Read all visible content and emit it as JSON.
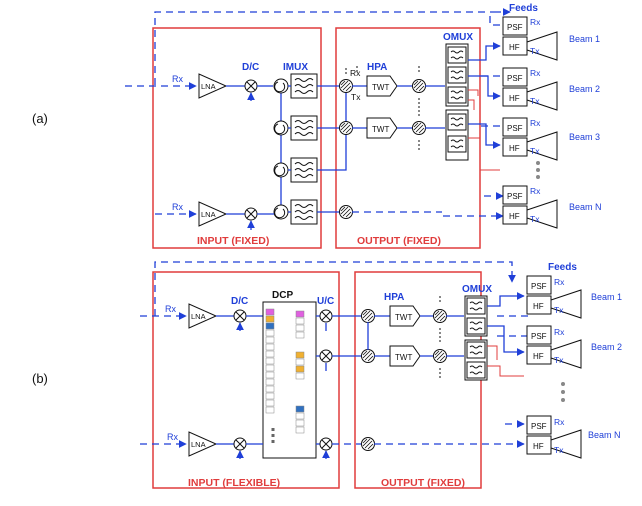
{
  "colors": {
    "signal": "#1f3fd8",
    "frame": "#e03c3c",
    "dcp_pink": "#e060e0",
    "dcp_orange": "#f0b030",
    "dcp_blue": "#3070c0"
  },
  "panel_a": {
    "tag": "(a)",
    "feeds_title": "Feeds",
    "rx": "Rx",
    "tx": "Tx",
    "lna": "LNA",
    "dc": "D/C",
    "imux": "IMUX",
    "hpa": "HPA",
    "twt": "TWT",
    "omux": "OMUX",
    "psf": "PSF",
    "hf": "HF",
    "beams": [
      "Beam 1",
      "Beam 2",
      "Beam 3",
      "Beam N"
    ],
    "input_label": "INPUT (FIXED)",
    "output_label": "OUTPUT (FIXED)"
  },
  "panel_b": {
    "tag": "(b)",
    "feeds_title": "Feeds",
    "rx": "Rx",
    "tx": "Tx",
    "lna": "LNA",
    "dc": "D/C",
    "dcp": "DCP",
    "uc": "U/C",
    "hpa": "HPA",
    "twt": "TWT",
    "omux": "OMUX",
    "psf": "PSF",
    "hf": "HF",
    "beams": [
      "Beam 1",
      "Beam 2",
      "Beam N"
    ],
    "input_label": "INPUT (FLEXIBLE)",
    "output_label": "OUTPUT (FIXED)"
  }
}
